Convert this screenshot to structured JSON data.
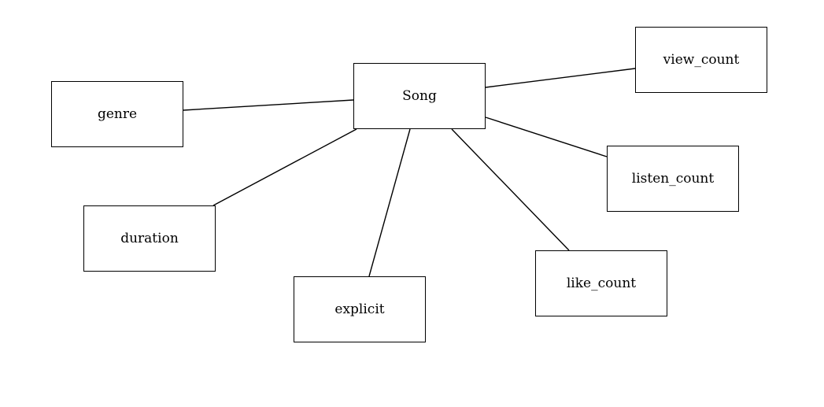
{
  "diagram": {
    "center": {
      "id": "song",
      "label": "Song"
    },
    "attributes": [
      {
        "id": "genre",
        "label": "genre"
      },
      {
        "id": "duration",
        "label": "duration"
      },
      {
        "id": "explicit",
        "label": "explicit"
      },
      {
        "id": "like",
        "label": "like_count"
      },
      {
        "id": "listen",
        "label": "listen_count"
      },
      {
        "id": "view",
        "label": "view_count"
      }
    ],
    "line_color": "#000000",
    "box_border_color": "#000000",
    "background_color": "#ffffff"
  }
}
